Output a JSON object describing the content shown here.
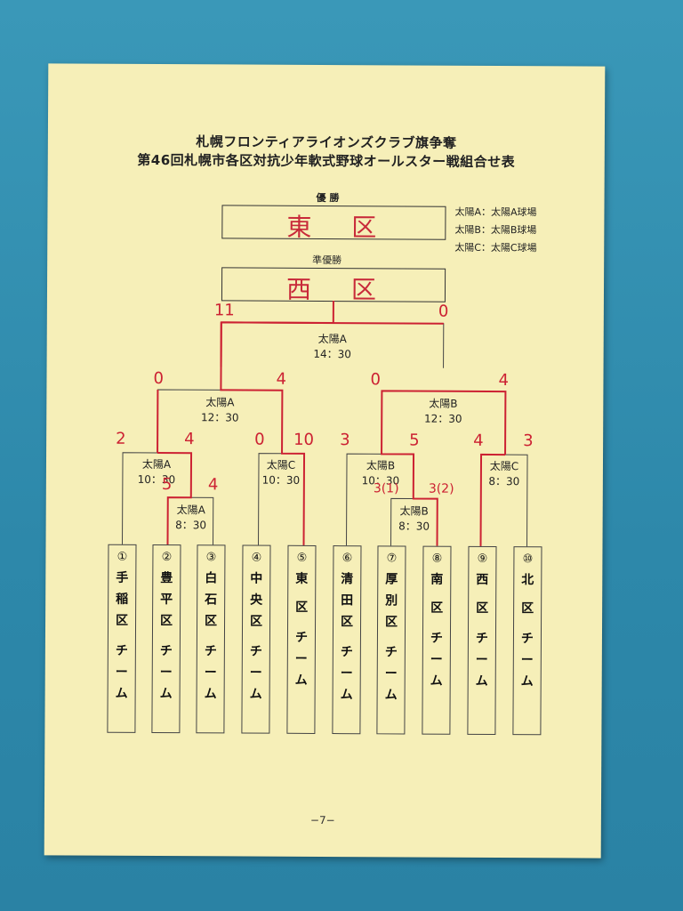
{
  "document": {
    "title_line1": "札幌フロンティアライオンズクラブ旗争奪",
    "title_line2": "第46回札幌市各区対抗少年軟式野球オールスター戦組合せ表",
    "champion_label": "優 勝",
    "champion_value": "東 区",
    "runner_up_label": "準優勝",
    "runner_up_value": "西 区",
    "legend": [
      "太陽A：太陽A球場",
      "太陽B：太陽B球場",
      "太陽C：太陽C球場"
    ],
    "page_number": "−7−"
  },
  "games": {
    "final": {
      "venue": "太陽A",
      "time": "14：30",
      "score_left": "11",
      "score_right": "0"
    },
    "semi_left": {
      "venue": "太陽A",
      "time": "12：30",
      "score_left": "0",
      "score_right": "4"
    },
    "semi_right": {
      "venue": "太陽B",
      "time": "12：30",
      "score_left": "0",
      "score_right": "4"
    },
    "qf1": {
      "venue": "太陽A",
      "time": "10：30",
      "score_left": "2",
      "score_right": "4"
    },
    "qf2": {
      "venue": "太陽C",
      "time": "10：30",
      "score_left": "0",
      "score_right": "10"
    },
    "qf3": {
      "venue": "太陽B",
      "time": "10：30",
      "score_left": "3",
      "score_right": "5"
    },
    "qf4": {
      "venue": "太陽C",
      "time": "8：30",
      "score_left": "4",
      "score_right": "3"
    },
    "r1_left": {
      "venue": "太陽A",
      "time": "8：30",
      "score_left": "5",
      "score_right": "4"
    },
    "r1_right": {
      "venue": "太陽B",
      "time": "8：30",
      "score_left": "3(1)",
      "score_right": "3(2)"
    }
  },
  "teams": [
    {
      "num": "①",
      "chars": [
        "手",
        "稲",
        "区",
        "チ",
        "ー",
        "ム"
      ]
    },
    {
      "num": "②",
      "chars": [
        "豊",
        "平",
        "区",
        "チ",
        "ー",
        "ム"
      ]
    },
    {
      "num": "③",
      "chars": [
        "白",
        "石",
        "区",
        "チ",
        "ー",
        "ム"
      ]
    },
    {
      "num": "④",
      "chars": [
        "中",
        "央",
        "区",
        "チ",
        "ー",
        "ム"
      ]
    },
    {
      "num": "⑤",
      "chars": [
        "東",
        "",
        "区",
        "チ",
        "ー",
        "ム"
      ]
    },
    {
      "num": "⑥",
      "chars": [
        "清",
        "田",
        "区",
        "チ",
        "ー",
        "ム"
      ]
    },
    {
      "num": "⑦",
      "chars": [
        "厚",
        "別",
        "区",
        "チ",
        "ー",
        "ム"
      ]
    },
    {
      "num": "⑧",
      "chars": [
        "南",
        "",
        "区",
        "チ",
        "ー",
        "ム"
      ]
    },
    {
      "num": "⑨",
      "chars": [
        "西",
        "",
        "区",
        "チ",
        "ー",
        "ム"
      ]
    },
    {
      "num": "⑩",
      "chars": [
        "北",
        "",
        "区",
        "チ",
        "ー",
        "ム"
      ]
    }
  ],
  "colors": {
    "ink_red": "#cc2233",
    "paper": "#f6efb8",
    "table": "#2f8fb0"
  }
}
